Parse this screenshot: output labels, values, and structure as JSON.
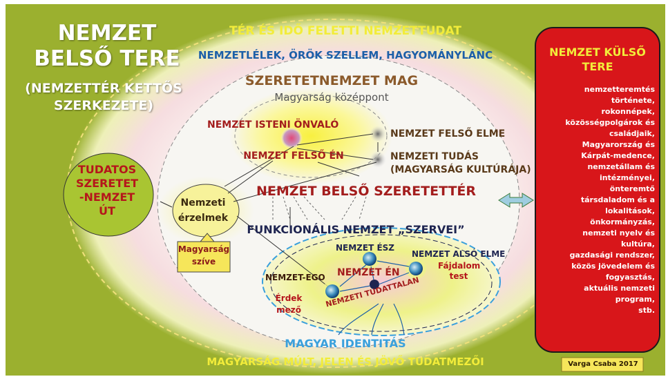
{
  "title": {
    "main": "NEMZET BELSŐ TERE",
    "sub": "(NEMZETTÉR KETTŐS SZERKEZETE)"
  },
  "top": {
    "line1": "TÉR ÉS IDŐ FELETTI NEMZETTUDAT",
    "line2": "NEMZETLÉLEK, ÖRÖK SZELLEM, HAGYOMÁNYLÁNC"
  },
  "core": {
    "title": "SZERETETNEMZET MAG",
    "center": "Magyarság középpont",
    "divine": "NEMZET ISTENI ÖNVALÓ",
    "upper_self": "NEMZET FELSŐ ÉN",
    "upper_mind": "NEMZET FELSŐ ELME",
    "knowledge_line1": "NEMZETI TUDÁS",
    "knowledge_line2": "(MAGYARSÁG KULTÚRÁJA)"
  },
  "love_space": "NEMZET BELSŐ SZERETETTÉR",
  "path": "TUDATOS SZERETET -NEMZET ÚT",
  "emotions": "Nemzeti érzelmek",
  "heart": "Magyarság szíve",
  "functional": {
    "title": "FUNKCIONÁLIS NEMZET „SZERVEI”",
    "ego": "NEMZET-EGO",
    "reason": "NEMZET ÉSZ",
    "lower_mind": "NEMZET ALSÓ ELME",
    "pain": "Fájdalom test",
    "self": "NEMZET ÉN",
    "interest": "Érdek mező",
    "unconscious": "NEMZETI TUDATTALAN"
  },
  "identity": "MAGYAR IDENTITÁS",
  "fields": "MAGYARSÁG MÚLT, JELEN ÉS JÖVŐ TUDATMEZŐI",
  "external": {
    "title": "NEMZET KÜLSŐ TERE",
    "items": [
      "nemzetteremtés",
      "története,",
      "rokonnépek,",
      "közösségpolgárok és",
      "családjaik,",
      "Magyarország és",
      "Kárpát-medence,",
      "nemzetállam és",
      "intézményei,",
      "önteremtő",
      "társdaladom és a",
      "lokalitások,",
      "önkormányzás,",
      "nemzeti nyelv és",
      "kultúra,",
      "gazdasági rendszer,",
      "közös jövedelem és",
      "fogyasztás,",
      "aktuális nemzeti",
      "program,",
      "stb."
    ]
  },
  "signature": "Varga Csaba 2017",
  "colors": {
    "frame_green": "#9bb02f",
    "external_red": "#d8161a",
    "path_green": "#a9c532",
    "yellow_text": "#f2ec3a",
    "dark_red_text": "#a31d1d"
  }
}
